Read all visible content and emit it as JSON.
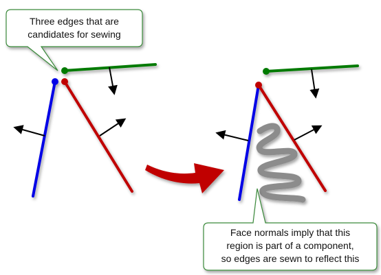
{
  "callouts": {
    "top": {
      "lines": [
        "Three edges that are",
        "candidates for sewing"
      ]
    },
    "bottom": {
      "lines": [
        "Face normals imply that this",
        "region is part of a component,",
        "so edges are sewn to reflect this"
      ]
    }
  },
  "colors": {
    "edge_blue": "#0000e6",
    "edge_red": "#c00000",
    "edge_green": "#007a00",
    "normal_arrow": "#000000",
    "transition_arrow": "#c00000",
    "component_squiggle": "#8c8c8c",
    "callout_fill": "#ffffff",
    "callout_border": "#3a8a3a"
  }
}
